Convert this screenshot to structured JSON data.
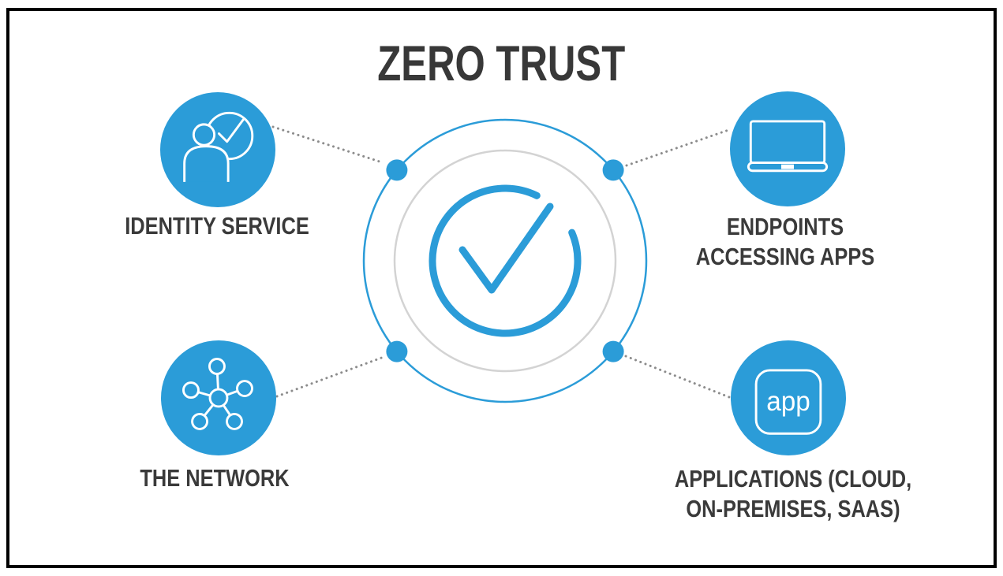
{
  "title": "ZERO TRUST",
  "colors": {
    "accent_blue": "#2B9CD8",
    "text_dark": "#3A3A3A",
    "connector_gray": "#8C8C8C",
    "ring_gray": "#D3D3D3",
    "frame_black": "#000000",
    "icon_stroke_white": "#FFFFFF"
  },
  "center": {
    "icon": "check-circle-icon",
    "description": "central verification check mark inside concentric rings"
  },
  "nodes": [
    {
      "id": "identity-service",
      "position": "top-left",
      "icon": "user-check-icon",
      "label": "IDENTITY SERVICE",
      "label_lines": [
        "IDENTITY SERVICE"
      ]
    },
    {
      "id": "endpoints-accessing-apps",
      "position": "top-right",
      "icon": "laptop-icon",
      "label": "ENDPOINTS ACCESSING APPS",
      "label_lines": [
        "ENDPOINTS",
        "ACCESSING APPS"
      ]
    },
    {
      "id": "the-network",
      "position": "bottom-left",
      "icon": "network-icon",
      "label": "THE NETWORK",
      "label_lines": [
        "THE NETWORK"
      ]
    },
    {
      "id": "applications",
      "position": "bottom-right",
      "icon": "app-icon",
      "icon_text": "app",
      "label": "APPLICATIONS (CLOUD, ON-PREMISES, SAAS)",
      "label_lines": [
        "APPLICATIONS (CLOUD,",
        "ON-PREMISES, SAAS)"
      ]
    }
  ]
}
